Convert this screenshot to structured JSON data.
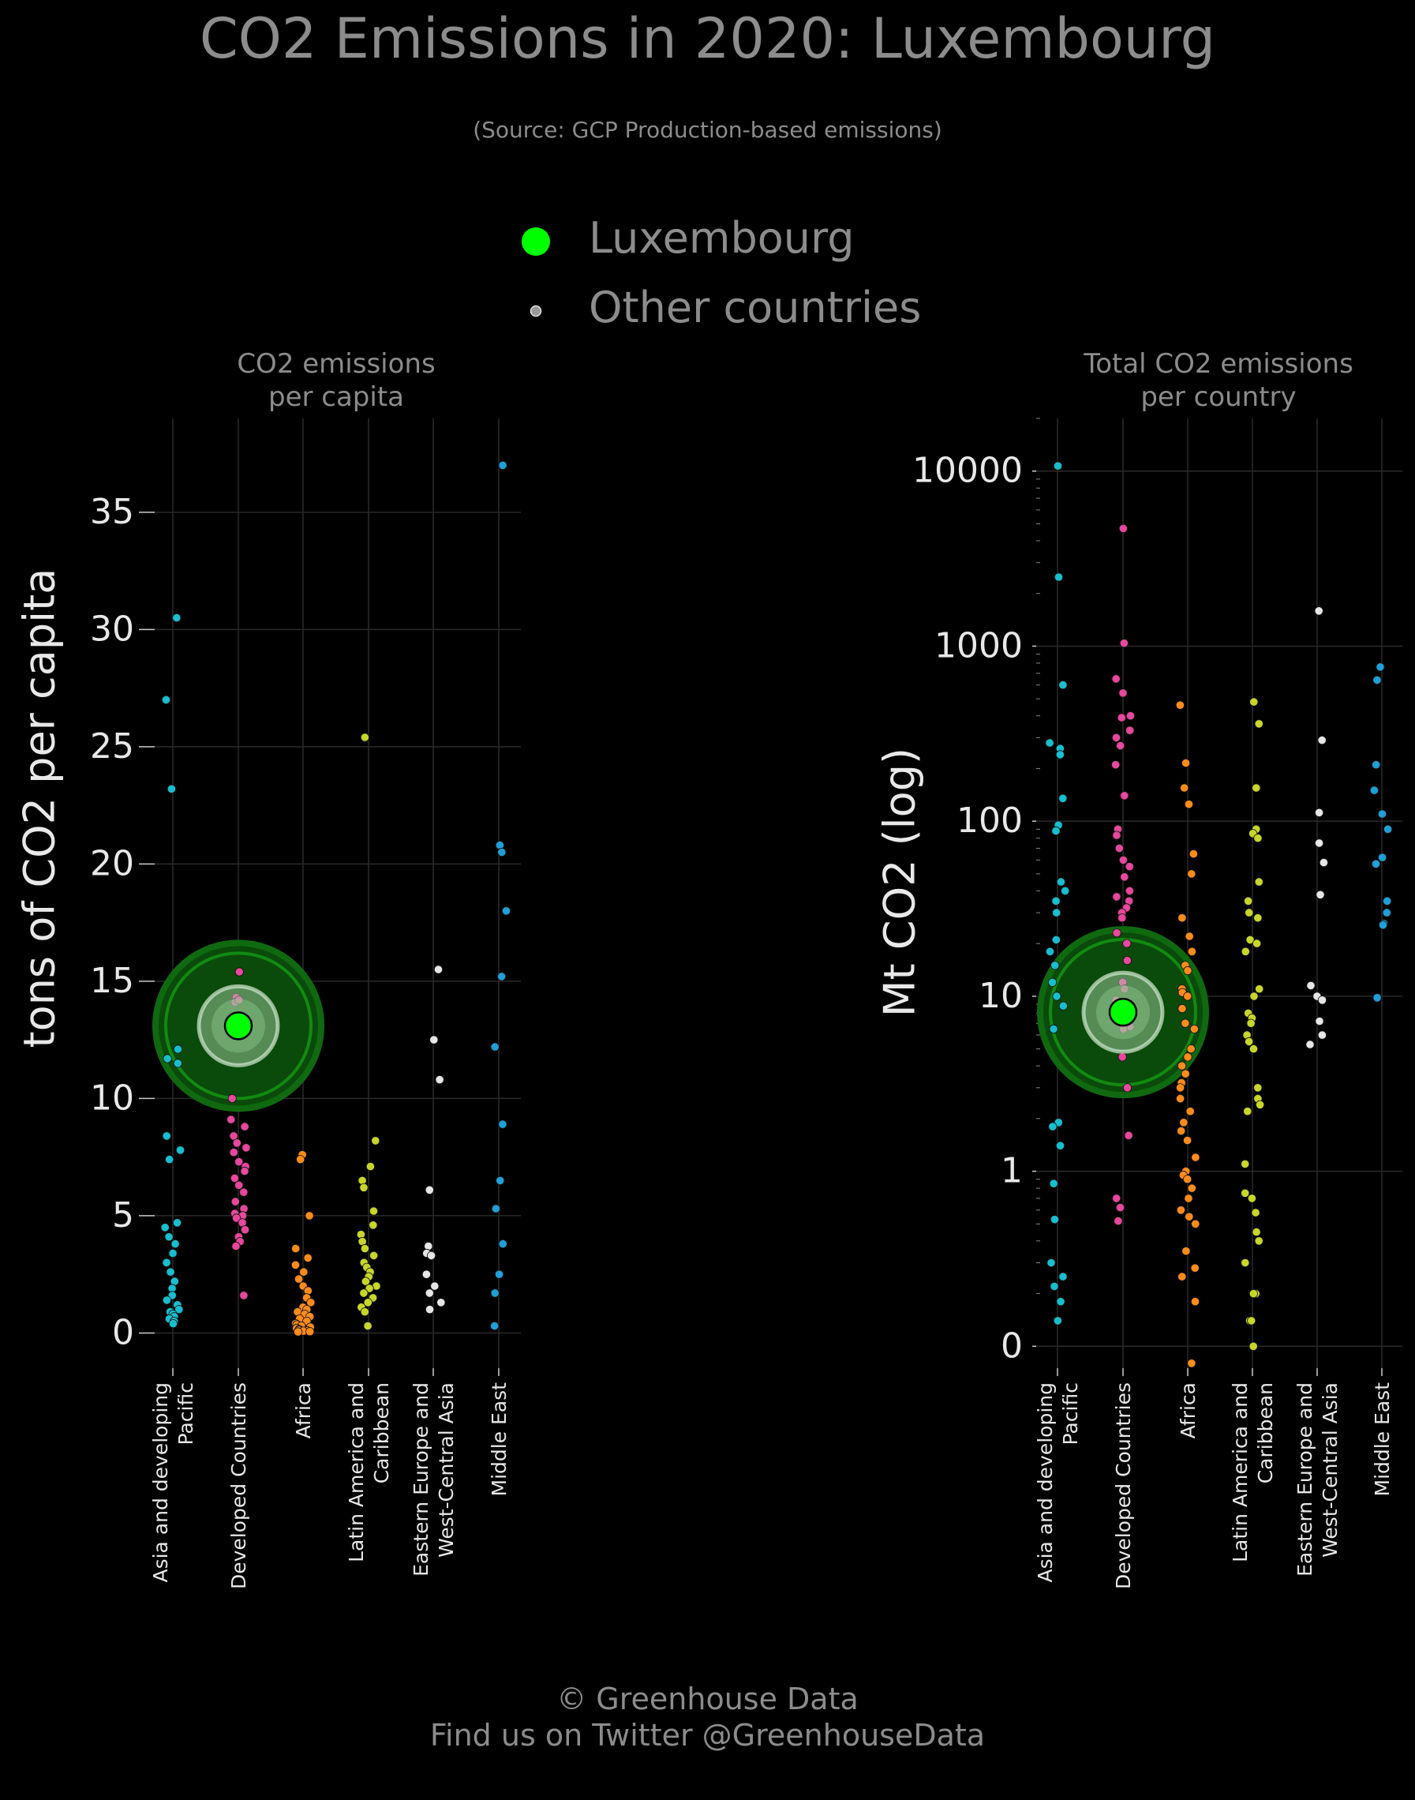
{
  "header": {
    "title": "CO2 Emissions in 2020: Luxembourg",
    "subtitle": "(Source: GCP Production-based emissions)"
  },
  "legend": {
    "highlight_label": "Luxembourg",
    "other_label": "Other countries"
  },
  "footer": {
    "line1": "© Greenhouse Data",
    "line2": "Find us on Twitter @GreenhouseData"
  },
  "colors": {
    "background": "#000000",
    "highlight": "#00ff00",
    "Asia and developing Pacific": "#17becf",
    "Developed Countries": "#e7479c",
    "Africa": "#ff8c1a",
    "Latin America and Caribbean": "#c8d62a",
    "Eastern Europe and West-Central Asia": "#e6e6e6",
    "Middle East": "#1f9fd6"
  },
  "chart_data": [
    {
      "type": "scatter",
      "panel_title": "CO2 emissions\nper capita",
      "ylabel": "tons of CO2 per capita",
      "yscale": "linear",
      "ylim": [
        -1.5,
        39
      ],
      "yticks": [
        0,
        5,
        10,
        15,
        20,
        25,
        30,
        35
      ],
      "ytick_labels": [
        "0",
        "5",
        "10",
        "15",
        "20",
        "25",
        "30",
        "35"
      ],
      "grid": true,
      "categories": [
        "Asia and developing Pacific",
        "Developed Countries",
        "Africa",
        "Latin America and Caribbean",
        "Eastern Europe and West-Central Asia",
        "Middle East"
      ],
      "category_labels": [
        "Asia and developing\nPacific",
        "Developed Countries",
        "Africa",
        "Latin America and\nCaribbean",
        "Eastern Europe and\nWest-Central Asia",
        "Middle East"
      ],
      "highlight": {
        "category": "Developed Countries",
        "value": 13.1
      },
      "series": [
        {
          "category": "Asia and developing Pacific",
          "values": [
            30.5,
            27.0,
            23.2,
            12.1,
            11.7,
            11.5,
            8.4,
            7.8,
            7.4,
            4.7,
            4.5,
            4.1,
            3.8,
            3.4,
            3.0,
            2.6,
            2.2,
            1.9,
            1.6,
            1.4,
            1.2,
            1.0,
            0.9,
            0.8,
            0.7,
            0.6,
            0.5,
            0.4
          ]
        },
        {
          "category": "Developed Countries",
          "values": [
            15.4,
            14.3,
            14.1,
            14.2,
            10.0,
            9.1,
            8.8,
            8.4,
            8.1,
            7.9,
            7.7,
            7.3,
            7.1,
            6.9,
            6.6,
            6.3,
            6.0,
            5.6,
            5.3,
            5.1,
            5.0,
            4.9,
            4.7,
            4.4,
            4.1,
            3.9,
            3.7,
            1.6
          ]
        },
        {
          "category": "Africa",
          "values": [
            7.6,
            7.4,
            5.0,
            3.6,
            3.2,
            2.9,
            2.6,
            2.3,
            2.0,
            1.8,
            1.5,
            1.3,
            1.1,
            1.0,
            0.9,
            0.8,
            0.7,
            0.6,
            0.5,
            0.4,
            0.35,
            0.3,
            0.25,
            0.2,
            0.15,
            0.12,
            0.1,
            0.08,
            0.06,
            0.05
          ]
        },
        {
          "category": "Latin America and Caribbean",
          "values": [
            25.4,
            8.2,
            7.1,
            6.5,
            6.2,
            5.2,
            4.6,
            4.2,
            3.9,
            3.6,
            3.3,
            3.0,
            2.8,
            2.6,
            2.4,
            2.2,
            2.0,
            1.9,
            1.7,
            1.5,
            1.3,
            1.1,
            0.9,
            0.3
          ]
        },
        {
          "category": "Eastern Europe and West-Central Asia",
          "values": [
            15.5,
            12.5,
            10.8,
            6.1,
            3.7,
            3.4,
            3.3,
            2.5,
            2.0,
            1.7,
            1.3,
            1.0
          ]
        },
        {
          "category": "Middle East",
          "values": [
            37.0,
            20.8,
            20.5,
            18.0,
            15.2,
            12.2,
            8.9,
            6.5,
            5.3,
            3.8,
            2.5,
            1.7,
            0.3
          ]
        }
      ]
    },
    {
      "type": "scatter",
      "panel_title": "Total CO2 emissions\nper country",
      "ylabel": "Mt CO2 (log)",
      "yscale": "log",
      "ylim": [
        0.075,
        20000
      ],
      "yticks": [
        0.1,
        1,
        10,
        100,
        1000,
        10000
      ],
      "ytick_labels": [
        "0",
        "1",
        "10",
        "100",
        "1000",
        "10000"
      ],
      "grid": true,
      "categories": [
        "Asia and developing Pacific",
        "Developed Countries",
        "Africa",
        "Latin America and Caribbean",
        "Eastern Europe and West-Central Asia",
        "Middle East"
      ],
      "category_labels": [
        "Asia and developing\nPacific",
        "Developed Countries",
        "Africa",
        "Latin America and\nCaribbean",
        "Eastern Europe and\nWest-Central Asia",
        "Middle East"
      ],
      "highlight": {
        "category": "Developed Countries",
        "value": 8.1
      },
      "series": [
        {
          "category": "Asia and developing Pacific",
          "values": [
            10700,
            2480,
            600,
            280,
            260,
            240,
            135,
            95,
            88,
            45,
            40,
            35,
            30,
            21,
            18,
            15,
            12,
            10,
            8.8,
            6.5,
            1.9,
            1.8,
            1.4,
            0.85,
            0.53,
            0.3,
            0.25,
            0.22,
            0.18,
            0.14
          ]
        },
        {
          "category": "Developed Countries",
          "values": [
            4700,
            1040,
            650,
            540,
            400,
            390,
            330,
            300,
            270,
            210,
            140,
            90,
            83,
            70,
            60,
            55,
            48,
            40,
            37,
            35,
            32,
            30,
            28,
            23,
            20,
            16,
            12,
            11,
            9.5,
            7.5,
            6.7,
            6.5,
            4.5,
            3.0,
            1.6,
            0.7,
            0.62,
            0.52
          ]
        },
        {
          "category": "Africa",
          "values": [
            460,
            215,
            155,
            125,
            65,
            50,
            28,
            22,
            18,
            15,
            14,
            11,
            10.5,
            10,
            8.5,
            7.0,
            6.5,
            5.0,
            4.5,
            4.0,
            3.6,
            3.2,
            3.0,
            2.6,
            2.2,
            1.9,
            1.7,
            1.5,
            1.2,
            1.0,
            0.95,
            0.9,
            0.8,
            0.7,
            0.6,
            0.55,
            0.5,
            0.35,
            0.28,
            0.25,
            0.18,
            0.08
          ]
        },
        {
          "category": "Latin America and Caribbean",
          "values": [
            480,
            360,
            155,
            90,
            85,
            80,
            45,
            35,
            30,
            28,
            21,
            20,
            18,
            11,
            10,
            8,
            7.5,
            7,
            6,
            5.5,
            5,
            3.0,
            2.6,
            2.4,
            2.2,
            1.1,
            0.75,
            0.7,
            0.58,
            0.45,
            0.4,
            0.3,
            0.2,
            0.2,
            0.14,
            0.14,
            0.1
          ]
        },
        {
          "category": "Eastern Europe and West-Central Asia",
          "values": [
            1590,
            290,
            112,
            75,
            58,
            38,
            11.5,
            10,
            9.5,
            7.2,
            6.0,
            5.3
          ]
        },
        {
          "category": "Middle East",
          "values": [
            760,
            640,
            210,
            150,
            110,
            90,
            62,
            57,
            35,
            30,
            26,
            25.5,
            9.8
          ]
        }
      ]
    }
  ]
}
